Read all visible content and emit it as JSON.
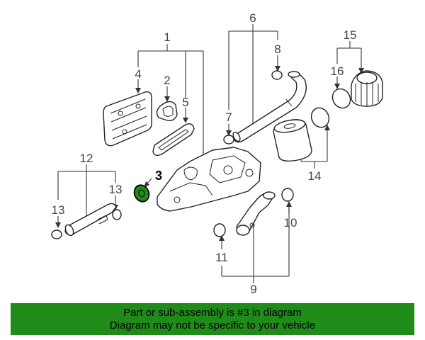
{
  "callouts": {
    "c1": "1",
    "c2": "2",
    "c3": "3",
    "c4": "4",
    "c5": "5",
    "c6": "6",
    "c7": "7",
    "c8": "8",
    "c9": "9",
    "c10": "10",
    "c11": "11",
    "c12": "12",
    "c13a": "13",
    "c13b": "13",
    "c14": "14",
    "c15": "15",
    "c16": "16"
  },
  "highlight_part": "3",
  "colors": {
    "highlight_fill": "#1f8c1a",
    "banner_bg": "#1f8c1a",
    "line": "#555555"
  },
  "banner": {
    "line1": "Part or sub-assembly is #3 in diagram",
    "line2": "Diagram may not be specific to your vehicle"
  }
}
